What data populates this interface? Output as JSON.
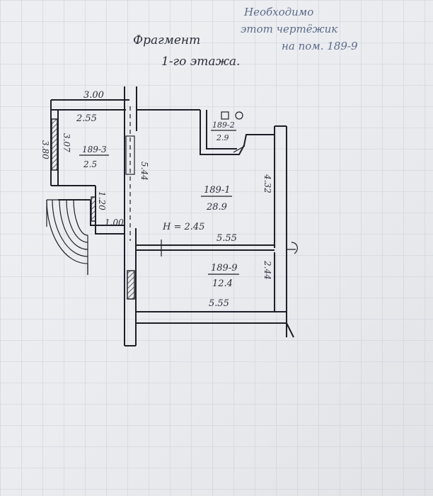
{
  "header": {
    "line1": "Необходимо",
    "line2": "этот чертёжик",
    "line3": "на пом. 189-9"
  },
  "title": {
    "line1": "Фрагмент",
    "line2": "1-го этажа."
  },
  "dimensions": {
    "top_outer": "3.00",
    "top_inner": "2.55",
    "left_outer": "3.80",
    "left_inner": "3.07",
    "corridor_height": "1.20",
    "corridor_width": "1.00",
    "partition_vertical": "5.44",
    "main_right": "4.32",
    "main_bottom": "5.55",
    "lower_right": "2.44",
    "lower_bottom": "5.55",
    "ceiling_height": "H = 2.45"
  },
  "rooms": [
    {
      "id": "189-1",
      "area": "28.9"
    },
    {
      "id": "189-2",
      "area": "2.9"
    },
    {
      "id": "189-3",
      "area": "2.5"
    },
    {
      "id": "189-9",
      "area": "12.4"
    }
  ]
}
